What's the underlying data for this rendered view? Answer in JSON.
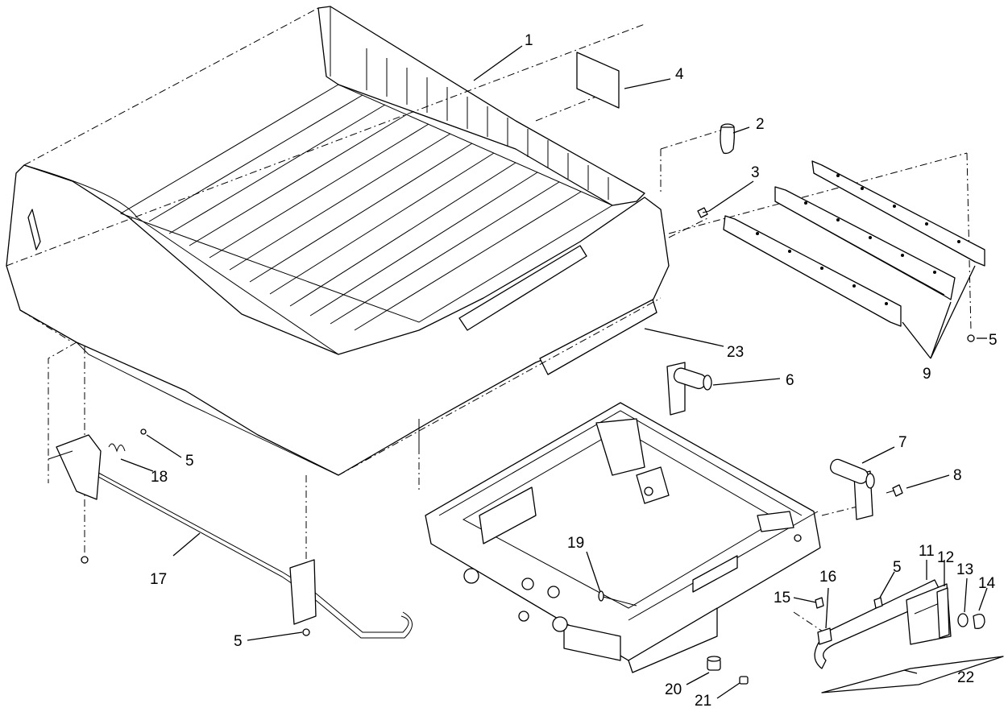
{
  "callouts": {
    "c1": "1",
    "c2": "2",
    "c3": "3",
    "c4": "4",
    "c5a": "5",
    "c5b": "5",
    "c5c": "5",
    "c5d": "5",
    "c6": "6",
    "c7": "7",
    "c8": "8",
    "c9": "9",
    "c11": "11",
    "c12": "12",
    "c13": "13",
    "c14": "14",
    "c15": "15",
    "c16": "16",
    "c17": "17",
    "c18": "18",
    "c19": "19",
    "c20": "20",
    "c21": "21",
    "c22": "22",
    "c23": "23"
  }
}
